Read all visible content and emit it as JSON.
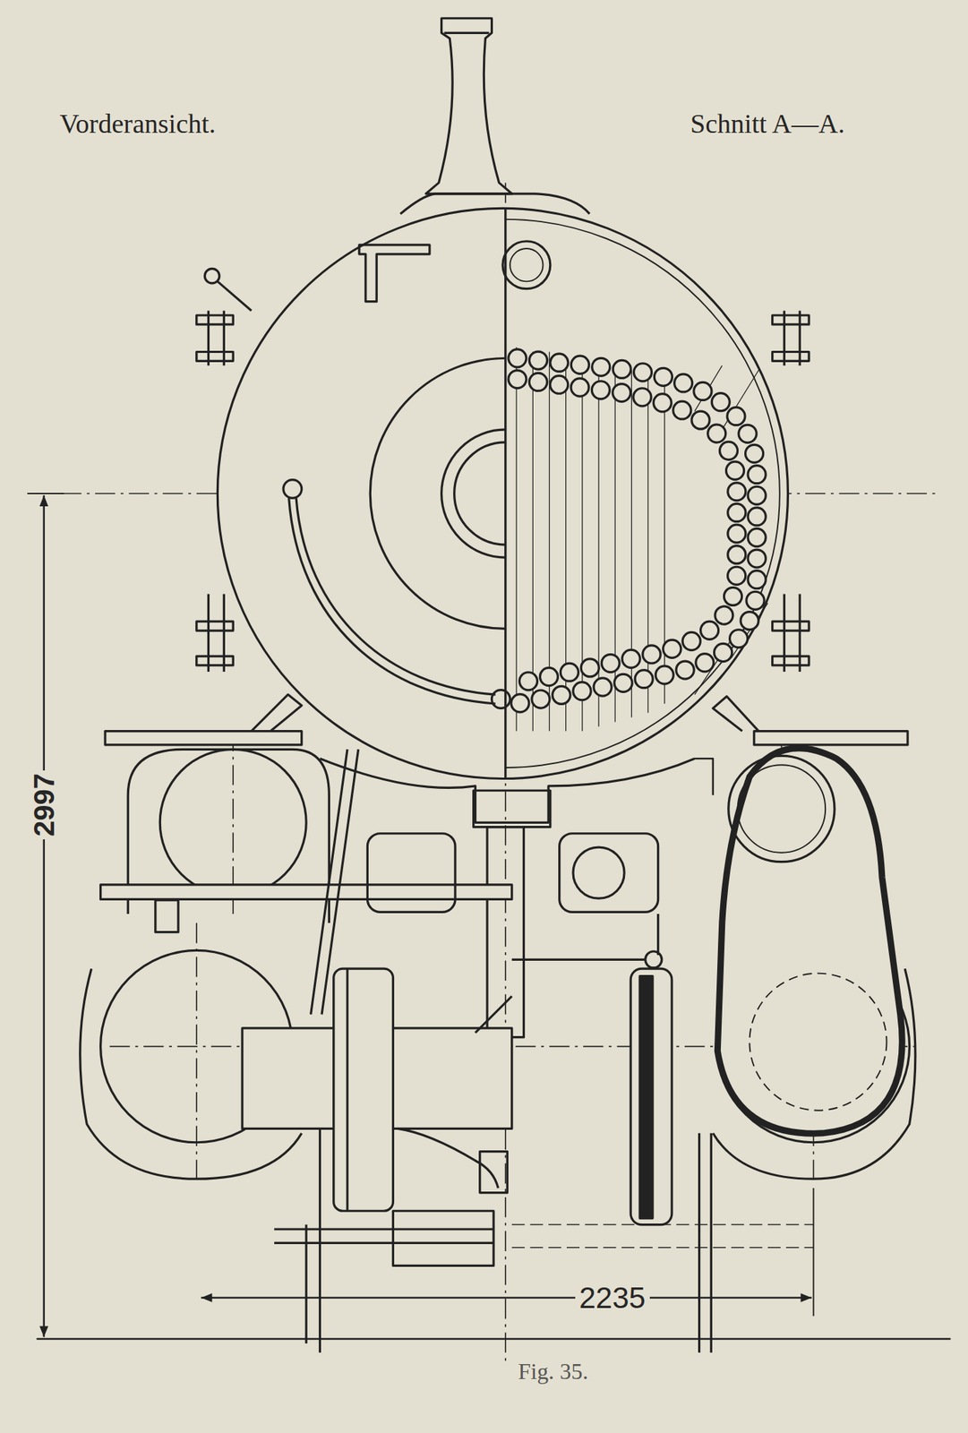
{
  "diagram": {
    "caption": "Fig. 35.",
    "labels": [
      "Vorderansicht.",
      "Schnitt A—A.",
      "2997",
      "2235"
    ]
  }
}
